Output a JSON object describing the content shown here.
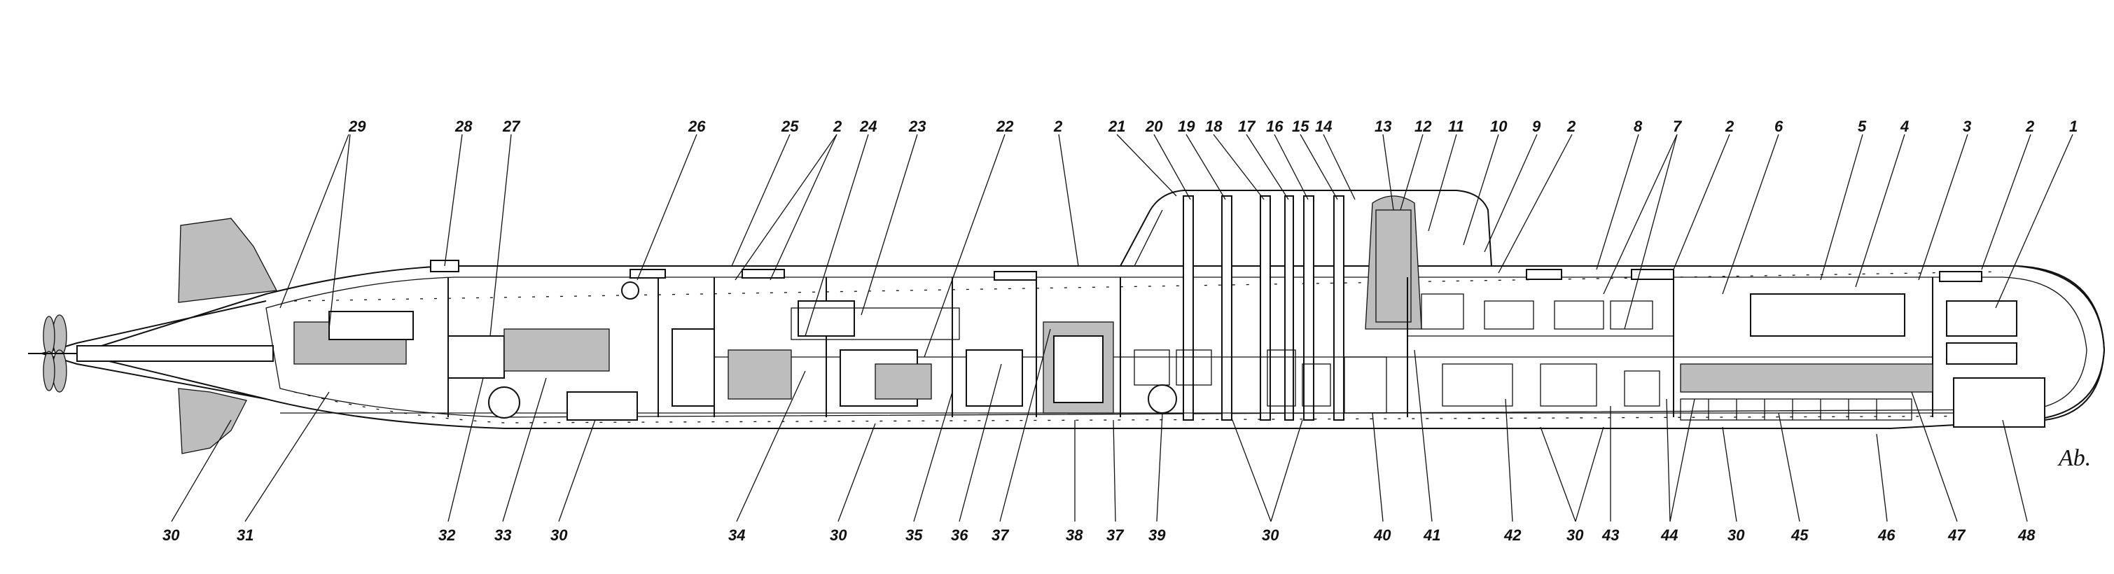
{
  "top_labels": [
    "29",
    "28",
    "27",
    "26",
    "25",
    "2",
    "24",
    "23",
    "22",
    "2",
    "21",
    "20",
    "19",
    "18",
    "17",
    "16",
    "15",
    "14",
    "13",
    "12",
    "11",
    "10",
    "9",
    "2",
    "8",
    "7",
    "2",
    "6",
    "5",
    "4",
    "3",
    "2",
    "1"
  ],
  "bottom_labels": [
    "30",
    "31",
    "32",
    "33",
    "30",
    "34",
    "30",
    "35",
    "36",
    "37",
    "38",
    "37",
    "39",
    "30",
    "40",
    "41",
    "42",
    "30",
    "43",
    "44",
    "30",
    "45",
    "46",
    "47",
    "48"
  ],
  "signature": "Ab."
}
